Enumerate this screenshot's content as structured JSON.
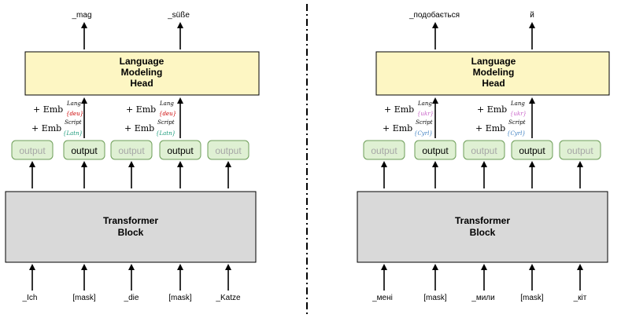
{
  "panels": [
    {
      "id": "left",
      "top_outputs": [
        "_mag",
        "_süße"
      ],
      "head_label": [
        "Language",
        "Modeling",
        "Head"
      ],
      "emb_lang_prefix": "+ Emb",
      "emb_lang_sup": "Lang",
      "emb_lang_sub": "{deu}",
      "emb_script_prefix": "+ Emb",
      "emb_script_sup": "Script",
      "emb_script_sub": "{Latn}",
      "outputs": [
        "output",
        "output",
        "output",
        "output",
        "output"
      ],
      "transformer_label": [
        "Transformer",
        "Block"
      ],
      "tokens": [
        "_Ich",
        "[mask]",
        "_die",
        "[mask]",
        "_Katze"
      ]
    },
    {
      "id": "right",
      "top_outputs": [
        "_подобається",
        "й"
      ],
      "head_label": [
        "Language",
        "Modeling",
        "Head"
      ],
      "emb_lang_prefix": "+ Emb",
      "emb_lang_sup": "Lang",
      "emb_lang_sub": "{ukr}",
      "emb_script_prefix": "+ Emb",
      "emb_script_sup": "Script",
      "emb_script_sub": "{Cyrl}",
      "outputs": [
        "output",
        "output",
        "output",
        "output",
        "output"
      ],
      "transformer_label": [
        "Transformer",
        "Block"
      ],
      "tokens": [
        "_мені",
        "[mask]",
        "_мили",
        "[mask]",
        "_кіт"
      ]
    }
  ],
  "colors": {
    "head_fill": "#fdf6c3",
    "transformer_fill": "#d9d9d9",
    "output_fill": "#dff0d3",
    "output_stroke": "#6d9e58",
    "masked_output_text": "#a6a6a6",
    "active_output_text": "#000000",
    "lang_tag": "#cc0000",
    "script_tag": "#1a9a7a",
    "lang_tag_ukr": "#c964c9",
    "script_tag_cyrl": "#3d7fc1",
    "divider": "#000000"
  }
}
